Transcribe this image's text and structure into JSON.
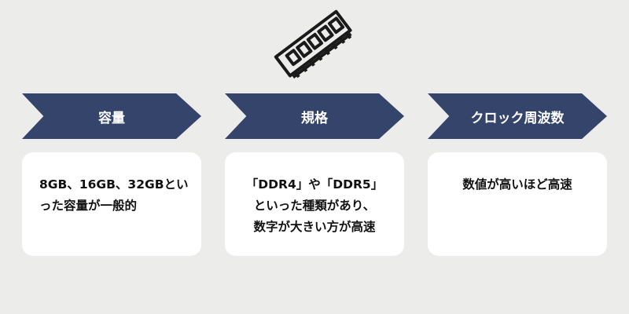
{
  "icon": "ram-memory-module-icon",
  "colors": {
    "background": "#ececeb",
    "banner": "#34446a",
    "card": "#ffffff",
    "text": "#111111"
  },
  "columns": [
    {
      "heading": "容量",
      "text": "8GB、16GB、32GBとい\nった容量が一般的"
    },
    {
      "heading": "規格",
      "text": "「DDR4」や「DDR5」\nといった種類があり、\n数字が大きい方が高速"
    },
    {
      "heading": "クロック周波数",
      "text": "数値が高いほど高速"
    }
  ]
}
